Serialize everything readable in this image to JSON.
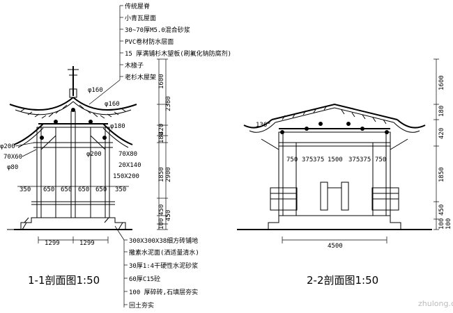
{
  "titles": {
    "section_1": "1-1剖面图1:50",
    "section_2": "2-2剖面图1:50"
  },
  "roof_notes": [
    "传统屋脊",
    "小青瓦屋面",
    "30~70厚M5.0混合砂浆",
    "PVC卷材防水层面",
    "15 厚满铺杉木望板(刷氟化钠防腐剂)",
    "木椽子",
    "老杉木屋架"
  ],
  "floor_notes": [
    "300X300X38细方砖铺地",
    "撒素水泥面(洒适量清水)",
    "30厚1:4干硬性水泥砂浆",
    "60厚C15砼",
    "100 厚碎砖,石填层夯实",
    "回土夯实"
  ],
  "left_dims": {
    "vertical": [
      "1600",
      "2380",
      "420",
      "180",
      "1850",
      "2900",
      "450",
      "450",
      "100"
    ],
    "horizontal": [
      "350",
      "650",
      "650",
      "650",
      "650",
      "350"
    ],
    "bottom": [
      "1299",
      "1299"
    ],
    "members_left": [
      "φ200",
      "70X60",
      "φ80"
    ],
    "members_right": [
      "70X80",
      "20X140",
      "150X200"
    ],
    "diameters": [
      "φ160",
      "φ160",
      "φ180",
      "φ200"
    ]
  },
  "right_dims": {
    "vertical": [
      "1600",
      "180",
      "420",
      "1850",
      "450",
      "100",
      "100"
    ],
    "horizontal": [
      "750",
      "375",
      "375",
      "1500",
      "375",
      "375",
      "750"
    ],
    "bottom": "4500",
    "angle": "136°"
  },
  "watermark": "zhulong.com"
}
